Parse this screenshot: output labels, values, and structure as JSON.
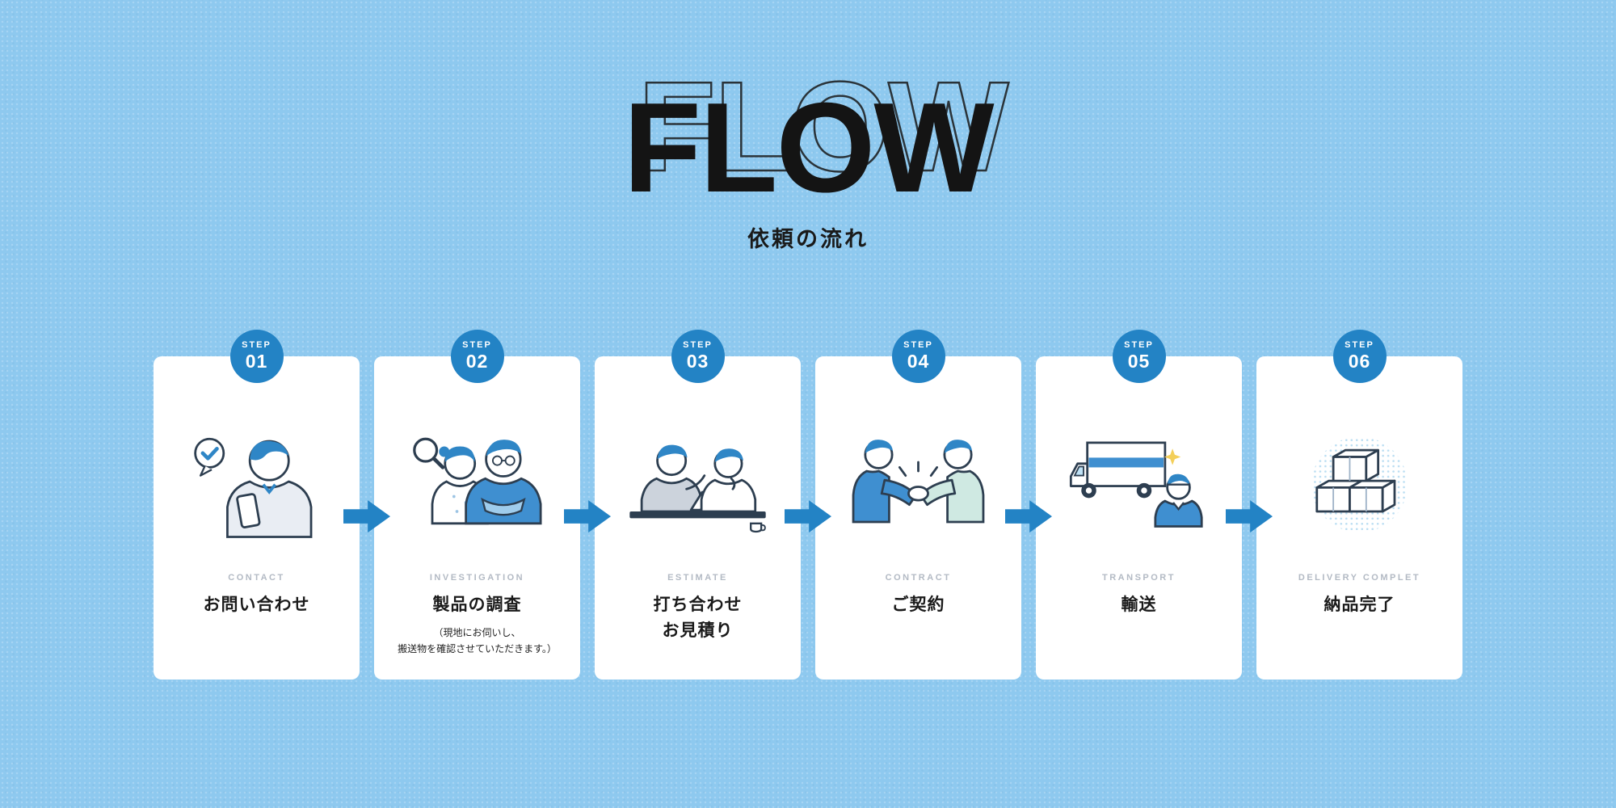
{
  "page": {
    "background": "#8ec9ef",
    "accent": "#2383c5",
    "card_bg": "#ffffff",
    "line_color": "#2d3e50"
  },
  "header": {
    "title": "FLOW",
    "subtitle": "依頼の流れ"
  },
  "steps": [
    {
      "badge": "STEP",
      "number": "01",
      "caption_en": "CONTACT",
      "title_ja": "お問い合わせ",
      "icon": "person-phone-illustration"
    },
    {
      "badge": "STEP",
      "number": "02",
      "caption_en": "INVESTIGATION",
      "title_ja": "製品の調査",
      "note": "（現地にお伺いし、\n搬送物を確認させていただきます。）",
      "icon": "magnifier-people-illustration"
    },
    {
      "badge": "STEP",
      "number": "03",
      "caption_en": "ESTIMATE",
      "title_ja": "打ち合わせ\nお見積り",
      "icon": "meeting-table-illustration"
    },
    {
      "badge": "STEP",
      "number": "04",
      "caption_en": "CONTRACT",
      "title_ja": "ご契約",
      "icon": "handshake-illustration"
    },
    {
      "badge": "STEP",
      "number": "05",
      "caption_en": "TRANSPORT",
      "title_ja": "輸送",
      "icon": "truck-driver-illustration"
    },
    {
      "badge": "STEP",
      "number": "06",
      "caption_en": "DELIVERY COMPLET",
      "title_ja": "納品完了",
      "icon": "stacked-boxes-illustration"
    }
  ]
}
